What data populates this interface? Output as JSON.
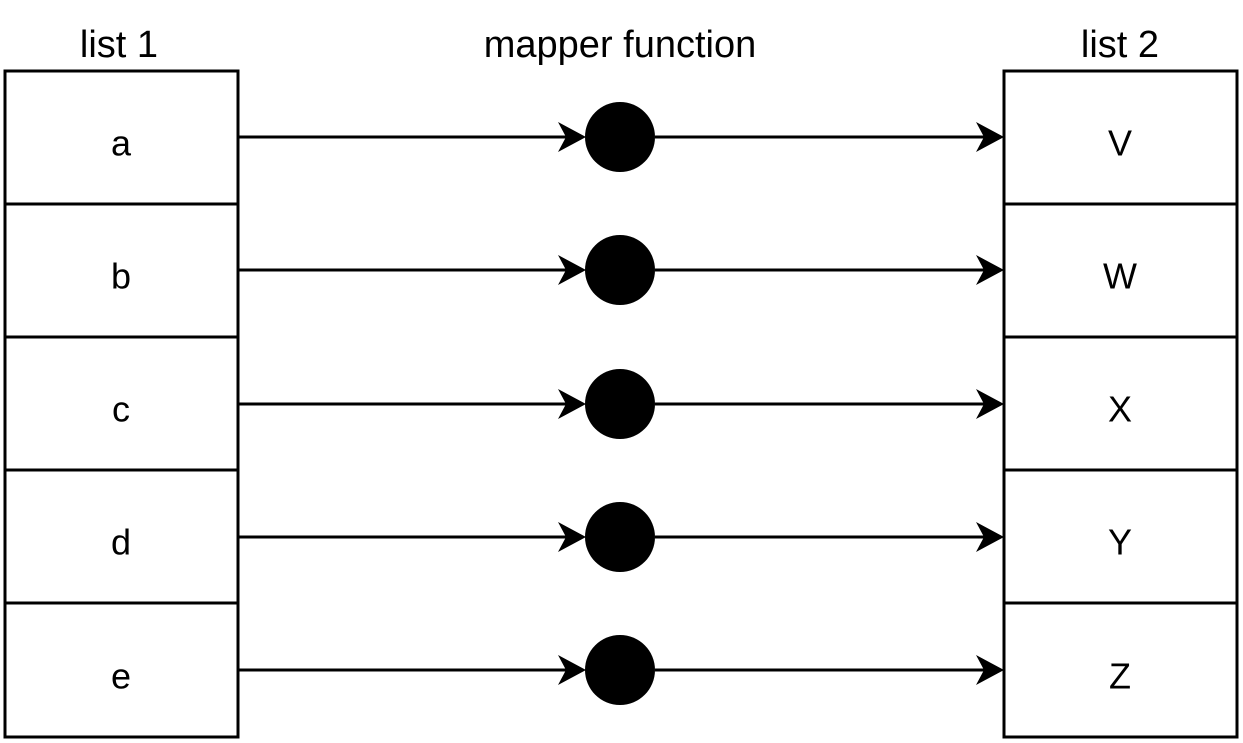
{
  "headings": {
    "left": "list 1",
    "middle": "mapper function",
    "right": "list 2"
  },
  "list1": [
    "a",
    "b",
    "c",
    "d",
    "e"
  ],
  "list2": [
    "V",
    "W",
    "X",
    "Y",
    "Z"
  ],
  "colors": {
    "stroke": "#000000",
    "fill": "#ffffff",
    "node": "#000000"
  }
}
